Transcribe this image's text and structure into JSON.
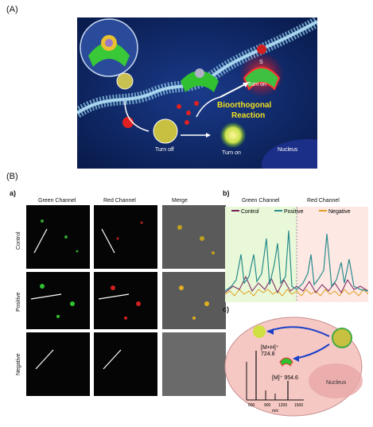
{
  "panel_a": {
    "label": "(A)",
    "reaction_line1": "Bioorthogonal",
    "reaction_line2": "Reaction",
    "turn_on_top": "Turn on",
    "turn_off": "Turn off",
    "turn_on_bottom": "Turn on",
    "nucleus": "Nucleus",
    "atom_s": "S"
  },
  "panel_b": {
    "label": "(B)",
    "sub_a": "a)",
    "sub_b": "b)",
    "sub_c": "c)",
    "col_headers": [
      "Green Channel",
      "Red Channel",
      "Merge"
    ],
    "row_labels": [
      "Control",
      "Positive",
      "Negative"
    ]
  },
  "chart_data": {
    "type": "line",
    "section_titles": [
      "Green Channel",
      "Red Channel"
    ],
    "legend": [
      "Control",
      "Positive",
      "Negative"
    ],
    "colors": {
      "control": "#7a1f5c",
      "positive": "#2a8c8c",
      "negative": "#e0a020"
    }
  },
  "panel_c": {
    "peak1_label": "[M+H]⁺",
    "peak1_value": "724.8",
    "peak2_label": "[M]⁺ 954.6",
    "xticks": [
      "600",
      "900",
      "1200",
      "1500"
    ],
    "xlabel": "m/z",
    "nucleus": "Nucleus"
  }
}
